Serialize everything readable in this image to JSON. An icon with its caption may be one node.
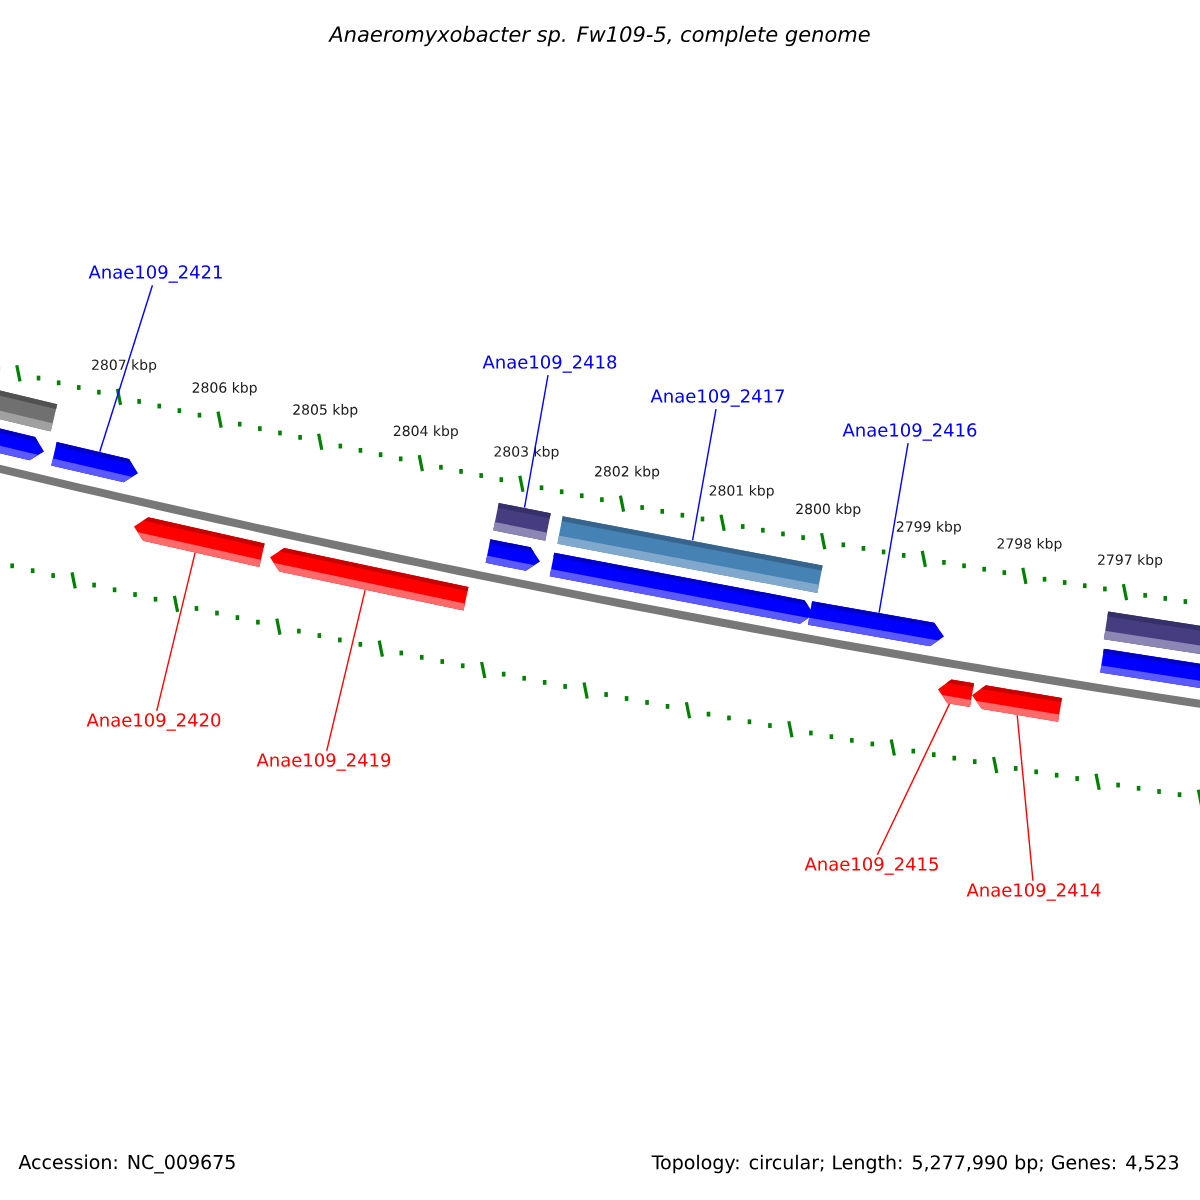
{
  "diagram": {
    "title": "Anaeromyxobacter sp. Fw109-5, complete genome",
    "nodes": [
      {
        "text": [
          "Anae109_2421"
        ]
      },
      {
        "text": [
          "Anae109_2418"
        ]
      },
      {
        "text": [
          "Anae109_2417"
        ]
      },
      {
        "text": [
          "Anae109_2416"
        ]
      },
      {
        "text": [],
        "shape": "box"
      },
      {
        "text": [],
        "shape": "pentagon"
      },
      {
        "text": [],
        "shape": "pentagon"
      },
      {
        "text": [],
        "shape": "pentagon"
      },
      {
        "text": [],
        "shape": "pentagon"
      },
      {
        "text": [],
        "shape": "box"
      },
      {
        "text": [],
        "shape": "pentagon"
      },
      {
        "text": [],
        "shape": "box"
      },
      {
        "text": [],
        "shape": "pentagon"
      },
      {
        "text": [],
        "shape": "pentagon"
      },
      {
        "text": [],
        "shape": "pentagon"
      },
      {
        "text": [],
        "shape": "pentagon"
      },
      {
        "text": [],
        "shape": "box"
      },
      {
        "text": [],
        "shape": "pentagon"
      },
      {
        "text": [
          "Anae109_2420"
        ]
      },
      {
        "text": [
          "Anae109_2419"
        ]
      },
      {
        "text": [
          "Anae109_2415"
        ]
      },
      {
        "text": [
          "Anae109_2414"
        ]
      }
    ],
    "edges": [
      {
        "from": 0,
        "to": 6,
        "arrow": "none",
        "color": "#0000ff"
      },
      {
        "from": 1,
        "to": 9,
        "arrow": "none",
        "color": "#0000ff"
      },
      {
        "from": 2,
        "to": 11,
        "arrow": "none",
        "color": "#0000ff"
      },
      {
        "from": 3,
        "to": 13,
        "arrow": "none",
        "color": "#0000ff"
      },
      {
        "from": 18,
        "to": 7,
        "arrow": "none",
        "color": "#ff0000"
      },
      {
        "from": 19,
        "to": 8,
        "arrow": "none",
        "color": "#ff0000"
      },
      {
        "from": 20,
        "to": 14,
        "arrow": "none",
        "color": "#ff0000"
      },
      {
        "from": 21,
        "to": 15,
        "arrow": "none",
        "color": "#ff0000"
      }
    ],
    "labels": [
      "2807 kbp",
      "2806 kbp",
      "2805 kbp",
      "2804 kbp",
      "2803 kbp",
      "2802 kbp",
      "2801 kbp",
      "2800 kbp",
      "2799 kbp",
      "2798 kbp",
      "2797 kbp",
      "Accession: NC_009675",
      "Topology: circular; Length: 5,277,990 bp; Genes: 4,523"
    ]
  }
}
